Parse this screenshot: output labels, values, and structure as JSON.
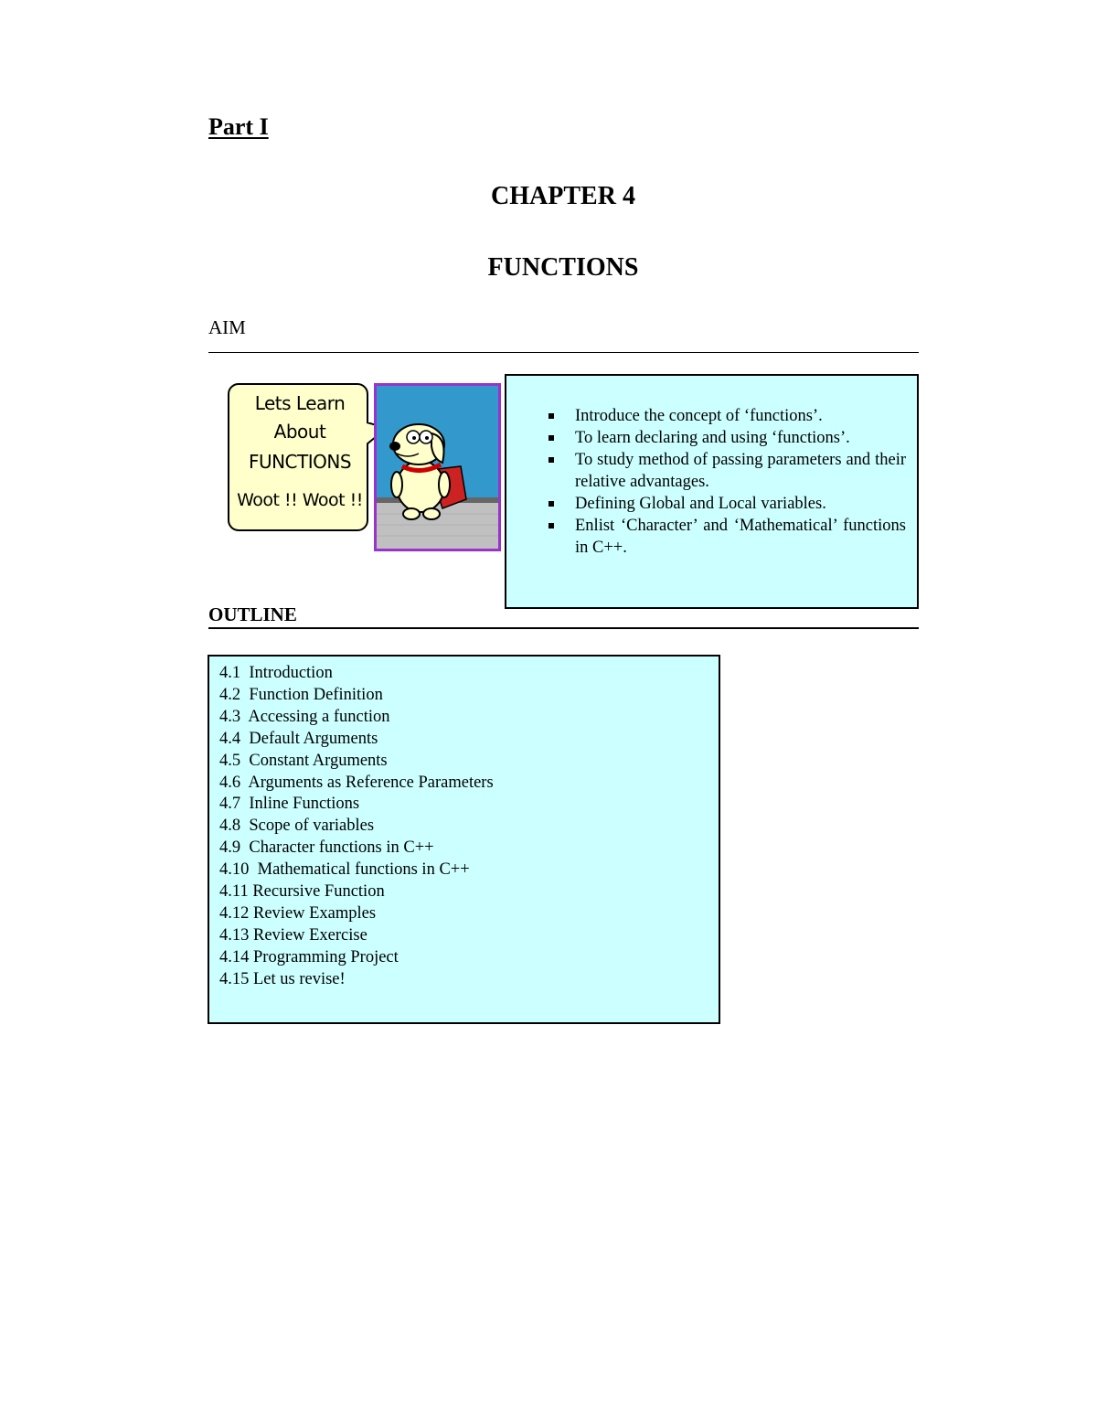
{
  "header": {
    "part": "Part I",
    "chapter": "CHAPTER 4",
    "title": "FUNCTIONS"
  },
  "aim": {
    "heading": "AIM",
    "bubble_lines": [
      "Lets  Learn",
      "About",
      "FUNCTIONS",
      "Woot !! Woot !!"
    ],
    "items": [
      "Introduce the concept of ‘functions’.",
      "To learn declaring and using ‘functions’.",
      "To study method of passing parameters and their relative advantages.",
      "Defining Global and Local variables.",
      "Enlist ‘Character’ and ‘Mathematical’ functions in C++."
    ],
    "colors": {
      "box_fill": "#ccffff",
      "bubble_fill": "#ffffcc",
      "frame_border": "#9933cc",
      "frame_sky": "#3399cc"
    }
  },
  "outline": {
    "heading": "OUTLINE",
    "items": [
      "4.1  Introduction",
      "4.2  Function Definition",
      "4.3  Accessing a function",
      "4.4  Default Arguments",
      "4.5  Constant Arguments",
      "4.6  Arguments as Reference Parameters",
      "4.7  Inline Functions",
      "4.8  Scope of variables",
      "4.9  Character functions in C++",
      "4.10  Mathematical functions in C++",
      "4.11 Recursive Function",
      "4.12 Review Examples",
      "4.13 Review Exercise",
      "4.14 Programming Project",
      "4.15 Let us revise!"
    ]
  }
}
